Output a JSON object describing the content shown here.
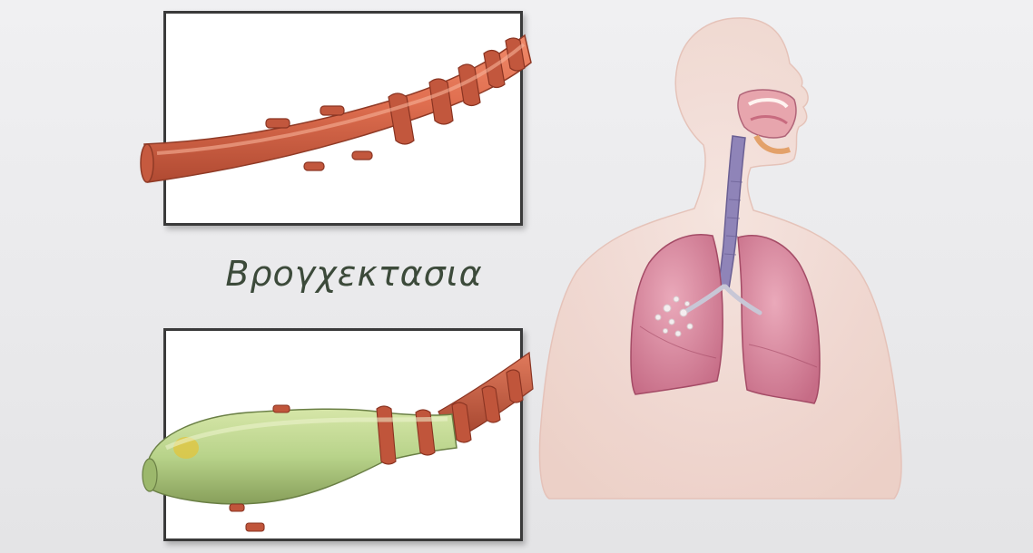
{
  "illustration": {
    "caption": "Βρογχεκτασια",
    "panels": [
      {
        "name": "normal-bronchus"
      },
      {
        "name": "dilated-bronchus"
      }
    ],
    "figure": "human-respiratory-system",
    "colors": {
      "background": "#ececee",
      "panel_border": "#3a3a3a",
      "bronchus_normal": "#d8664a",
      "bronchus_dilated": "#b8d38a",
      "cartilage_ring": "#b5553e",
      "lungs": "#d98aa0",
      "body_silhouette": "#f1d9d3",
      "trachea": "#8f84b8",
      "caption_text": "#3c4a3a"
    }
  }
}
